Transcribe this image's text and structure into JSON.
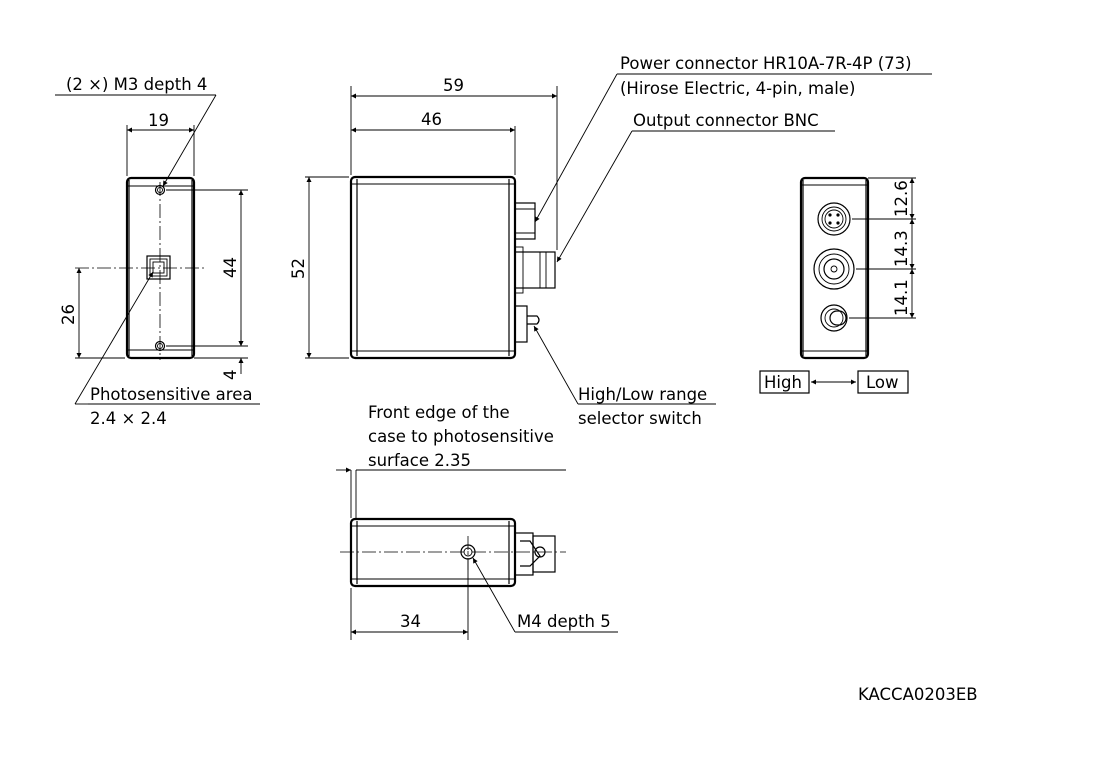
{
  "labels": {
    "mount_holes": "(2 ×) M3 depth 4",
    "photosensitive_area": "Photosensitive area",
    "photosensitive_size": "2.4 × 2.4",
    "power_connector_line1": "Power connector HR10A-7R-4P (73)",
    "power_connector_line2": "(Hirose Electric, 4-pin, male)",
    "output_connector": "Output connector BNC",
    "switch_line1": "High/Low range",
    "switch_line2": "selector switch",
    "front_edge_line1": "Front edge of the",
    "front_edge_line2": "case to photosensitive",
    "front_edge_line3": "surface 2.35",
    "bottom_screw": "M4 depth 5",
    "high": "High",
    "low": "Low",
    "drawing_code": "KACCA0203EB"
  },
  "dimensions": {
    "front_width": "19",
    "front_hole_pitch": "44",
    "front_center_height": "26",
    "front_bottom_offset": "4",
    "side_total_width": "59",
    "side_body_width": "46",
    "side_height": "52",
    "rear_power_offset": "12.6",
    "rear_bnc_pitch": "14.3",
    "rear_switch_pitch": "14.1",
    "bottom_screw_offset": "34"
  }
}
